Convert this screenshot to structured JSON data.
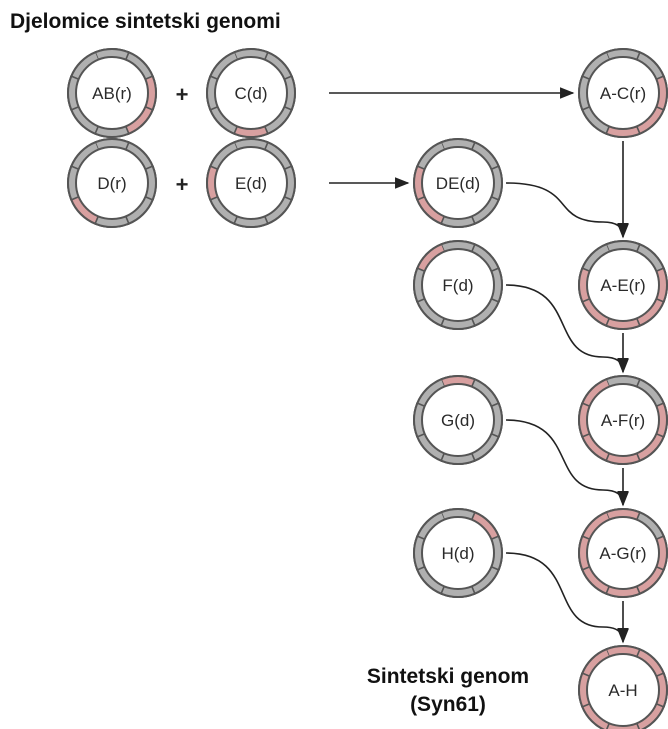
{
  "title": "Djelomice sintetski genomi",
  "final_title_lines": [
    "Sintetski genom",
    "(Syn61)"
  ],
  "plus_sign": "+",
  "colors": {
    "ring": "#b0b0b0",
    "synthetic": "#d8a0a0",
    "border": "#555555",
    "arrow": "#222222"
  },
  "nodes": [
    {
      "id": "AB",
      "label": "AB(r)",
      "synthetic_segments": [
        2,
        3
      ]
    },
    {
      "id": "C",
      "label": "C(d)",
      "synthetic_segments": [
        4
      ]
    },
    {
      "id": "AC",
      "label": "A-C(r)",
      "synthetic_segments": [
        2,
        3,
        4
      ]
    },
    {
      "id": "D",
      "label": "D(r)",
      "synthetic_segments": [
        5
      ]
    },
    {
      "id": "E",
      "label": "E(d)",
      "synthetic_segments": [
        6
      ]
    },
    {
      "id": "DE",
      "label": "DE(d)",
      "synthetic_segments": [
        5,
        6
      ]
    },
    {
      "id": "F",
      "label": "F(d)",
      "synthetic_segments": [
        7
      ]
    },
    {
      "id": "AE",
      "label": "A-E(r)",
      "synthetic_segments": [
        2,
        3,
        4,
        5,
        6
      ]
    },
    {
      "id": "G",
      "label": "G(d)",
      "synthetic_segments": [
        0
      ]
    },
    {
      "id": "AF",
      "label": "A-F(r)",
      "synthetic_segments": [
        2,
        3,
        4,
        5,
        6,
        7
      ]
    },
    {
      "id": "H",
      "label": "H(d)",
      "synthetic_segments": [
        1
      ]
    },
    {
      "id": "AG",
      "label": "A-G(r)",
      "synthetic_segments": [
        0,
        2,
        3,
        4,
        5,
        6,
        7
      ]
    },
    {
      "id": "AH",
      "label": "A-H",
      "synthetic_segments": [
        0,
        1,
        2,
        3,
        4,
        5,
        6,
        7
      ]
    }
  ],
  "edges": [
    {
      "from": "C",
      "to": "AC"
    },
    {
      "from": "E",
      "to": "DE"
    },
    {
      "from": "AC",
      "to": "AE"
    },
    {
      "from": "DE",
      "to": "AE"
    },
    {
      "from": "F",
      "to": "AF"
    },
    {
      "from": "AE",
      "to": "AF"
    },
    {
      "from": "G",
      "to": "AG"
    },
    {
      "from": "AF",
      "to": "AG"
    },
    {
      "from": "H",
      "to": "AH"
    },
    {
      "from": "AG",
      "to": "AH"
    }
  ]
}
